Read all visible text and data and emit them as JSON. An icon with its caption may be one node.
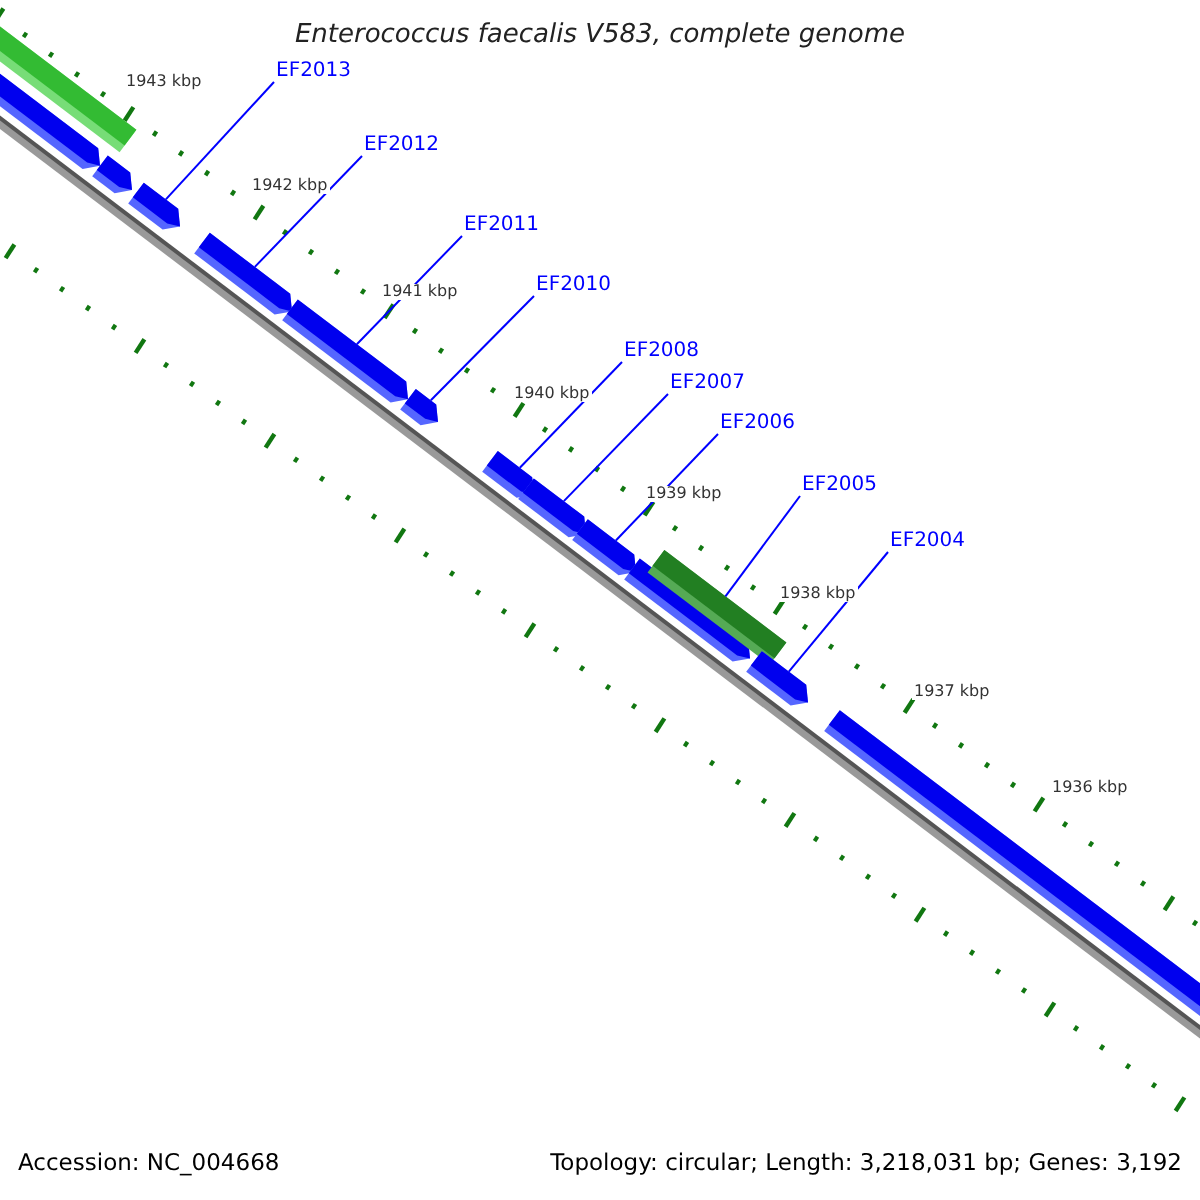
{
  "diagram": {
    "title": "Enterococcus faecalis V583, complete genome",
    "nodes": [
      {
        "text": [
          "EF2013"
        ]
      },
      {
        "text": [
          "EF2012"
        ]
      },
      {
        "text": [
          "EF2011"
        ]
      },
      {
        "text": [
          "EF2010"
        ]
      },
      {
        "text": [
          "EF2008"
        ]
      },
      {
        "text": [
          "EF2007"
        ]
      },
      {
        "text": [
          "EF2006"
        ]
      },
      {
        "text": [
          "EF2005"
        ]
      },
      {
        "text": [
          "EF2004"
        ]
      },
      {
        "text": [],
        "shape": "bar"
      },
      {
        "text": [],
        "shape": "bar"
      },
      {
        "text": [],
        "shape": "bar"
      },
      {
        "text": [],
        "shape": "bar"
      },
      {
        "text": [],
        "shape": "bar"
      },
      {
        "text": [],
        "shape": "bar"
      },
      {
        "text": [],
        "shape": "bar"
      },
      {
        "text": [],
        "shape": "bar"
      },
      {
        "text": [],
        "shape": "bar"
      },
      {
        "text": [],
        "shape": "bar"
      },
      {
        "text": [],
        "shape": "bar"
      },
      {
        "text": [],
        "shape": "bar"
      },
      {
        "text": [],
        "shape": "bar"
      },
      {
        "text": [],
        "shape": "bar"
      }
    ],
    "edges": [
      {
        "from": 0,
        "to": 12,
        "arrow": "none"
      },
      {
        "from": 1,
        "to": 13,
        "arrow": "none"
      },
      {
        "from": 2,
        "to": 14,
        "arrow": "none"
      },
      {
        "from": 3,
        "to": 15,
        "arrow": "none"
      },
      {
        "from": 4,
        "to": 16,
        "arrow": "none"
      },
      {
        "from": 5,
        "to": 17,
        "arrow": "none"
      },
      {
        "from": 6,
        "to": 18,
        "arrow": "none"
      },
      {
        "from": 7,
        "to": 20,
        "arrow": "none"
      },
      {
        "from": 8,
        "to": 21,
        "arrow": "none"
      }
    ],
    "labels": [
      "1943 kbp",
      "1942 kbp",
      "1941 kbp",
      "1940 kbp",
      "1939 kbp",
      "1938 kbp",
      "1937 kbp",
      "1936 kbp",
      "Accession: NC_004668",
      "Topology: circular; Length: 3,218,031 bp; Genes: 3,192"
    ]
  }
}
